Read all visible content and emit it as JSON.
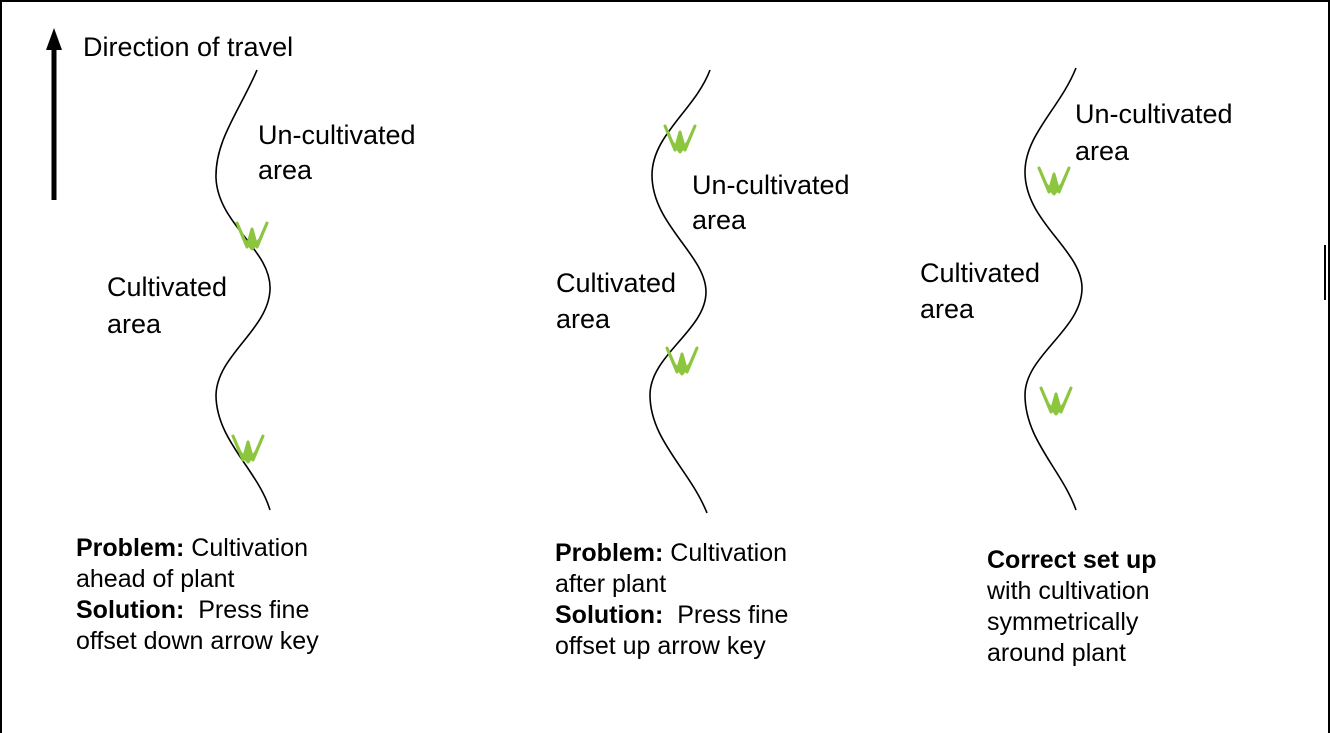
{
  "header": {
    "direction_label": "Direction of travel"
  },
  "panels": [
    {
      "upper_label": [
        "Un-cultivated",
        "area"
      ],
      "lower_label": [
        "Cultivated",
        "area"
      ],
      "caption": {
        "problem_title": "Problem:",
        "problem_text_1": " Cultivation",
        "problem_text_2": "ahead of plant",
        "solution_title": "Solution:",
        "solution_text_1": "  Press fine",
        "solution_text_2": "offset down arrow key"
      }
    },
    {
      "upper_label": [
        "Un-cultivated",
        "area"
      ],
      "lower_label": [
        "Cultivated",
        "area"
      ],
      "caption": {
        "problem_title": "Problem:",
        "problem_text_1": " Cultivation",
        "problem_text_2": "after plant",
        "solution_title": "Solution:",
        "solution_text_1": "  Press fine",
        "solution_text_2": "offset up arrow key"
      }
    },
    {
      "upper_label": [
        "Un-cultivated",
        "area"
      ],
      "lower_label": [
        "Cultivated",
        "area"
      ],
      "caption": {
        "title": "Correct set up",
        "lines": [
          "with cultivation",
          "symmetrically",
          "around plant"
        ]
      }
    }
  ],
  "colors": {
    "plant": "#8cc63f",
    "line": "#000000"
  },
  "icons": [
    "arrow-up-icon",
    "plant-icon"
  ]
}
